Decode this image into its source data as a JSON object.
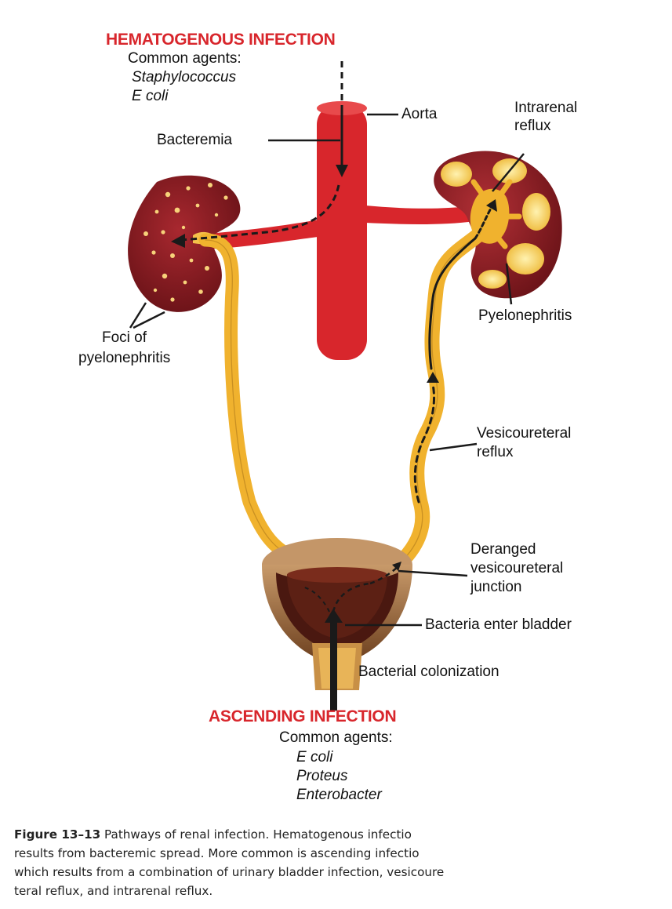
{
  "colors": {
    "artery_red": "#d8262c",
    "urine_gold": "#f0b22e",
    "kidney_maroon": "#8c1d22",
    "bladder_brown": "#7a4a24",
    "caption_text": "#222222"
  },
  "hematogenous": {
    "title": "HEMATOGENOUS INFECTION",
    "agents_heading": "Common agents:",
    "agents": [
      "Staphylococcus",
      "E coli"
    ]
  },
  "labels": {
    "aorta": "Aorta",
    "bacteremia": "Bacteremia",
    "intrarenal_reflux_1": "Intrarenal",
    "intrarenal_reflux_2": "reflux",
    "foci_1": "Foci of",
    "foci_2": "pyelonephritis",
    "pyelonephritis": "Pyelonephritis",
    "vesicoureteral_reflux_1": "Vesicoureteral",
    "vesicoureteral_reflux_2": "reflux",
    "deranged_1": "Deranged",
    "deranged_2": "vesicoureteral",
    "deranged_3": "junction",
    "bacteria_enter": "Bacteria enter bladder",
    "colonization": "Bacterial colonization"
  },
  "ascending": {
    "title": "ASCENDING INFECTION",
    "agents_heading": "Common agents:",
    "agents": [
      "E coli",
      "Proteus",
      "Enterobacter"
    ]
  },
  "caption": {
    "figure_number": "Figure 13–13",
    "line1": " Pathways of renal infection. Hematogenous infectio",
    "line2": "results from bacteremic spread. More common is ascending infectio",
    "line3": "which results from a combination of urinary bladder infection, vesicoure",
    "line4": "teral reflux, and intrarenal reflux."
  }
}
